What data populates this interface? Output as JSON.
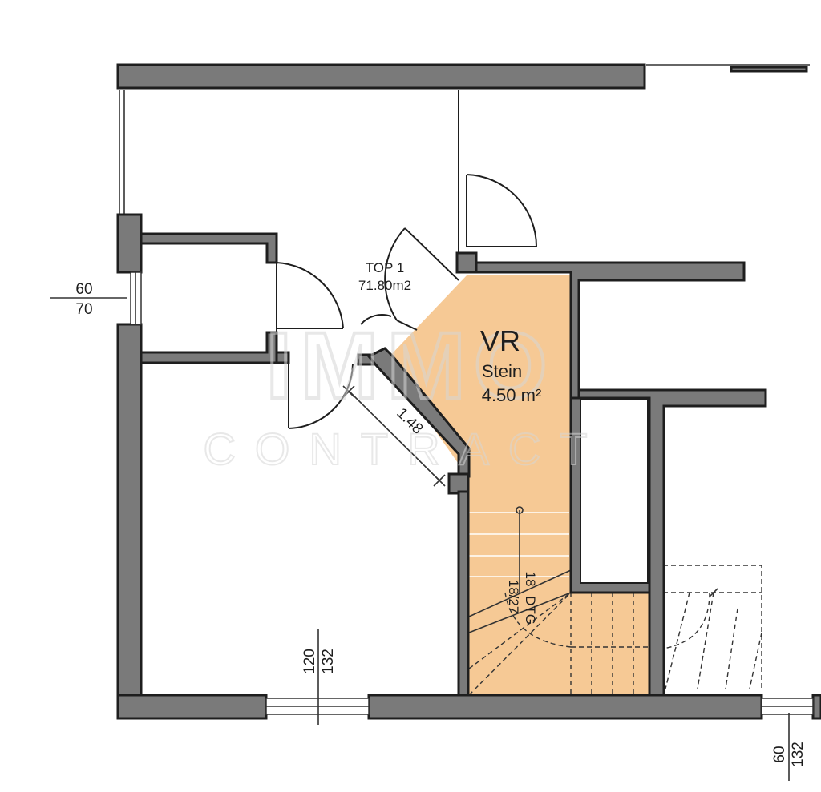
{
  "colors": {
    "wall_fill": "#7a7a7a",
    "wall_stroke": "#1e1e1e",
    "highlight_room": "#f6c995",
    "watermark": "#e4e4e4"
  },
  "rooms": {
    "top1": {
      "name": "TOP 1",
      "area": "71.80m2"
    },
    "vr": {
      "name": "VR",
      "floor": "Stein",
      "area": "4.50 m²"
    }
  },
  "dimensions": {
    "window_left": {
      "top": "60",
      "bottom": "70"
    },
    "window_bottom": {
      "top": "120",
      "bottom": "132"
    },
    "window_right": {
      "top": "60",
      "bottom": "132"
    },
    "diagonal_wall": "1.48"
  },
  "stairs": {
    "steps": "18",
    "riser": "18/27",
    "label": "DTG"
  },
  "watermark": {
    "line1": "IMMO",
    "line2": "CONTRACT"
  }
}
